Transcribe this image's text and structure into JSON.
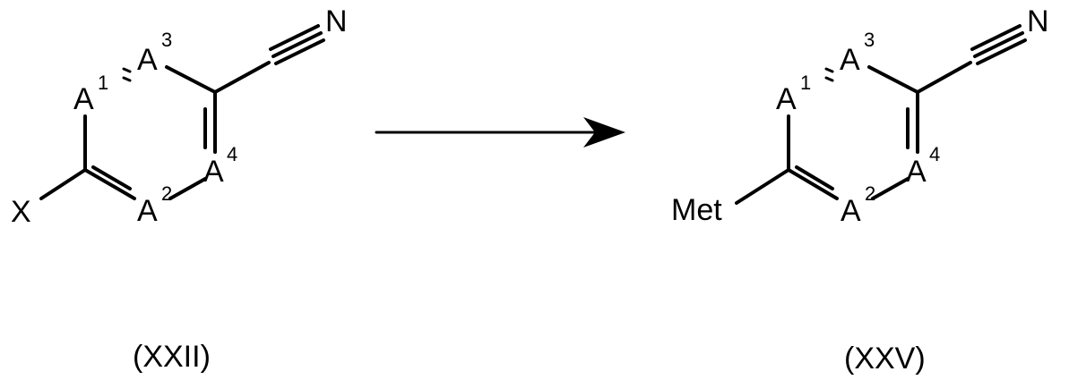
{
  "colors": {
    "ink": "#000000",
    "background": "#ffffff"
  },
  "left": {
    "atoms": {
      "a1": "A",
      "a2": "A",
      "a3": "A",
      "a4": "A",
      "n": "N",
      "x": "X"
    },
    "superscripts": {
      "a1": "1",
      "a2": "2",
      "a3": "3",
      "a4": "4"
    },
    "caption": "(XXII)"
  },
  "right": {
    "atoms": {
      "a1": "A",
      "a2": "A",
      "a3": "A",
      "a4": "A",
      "n": "N",
      "met": "Met"
    },
    "superscripts": {
      "a1": "1",
      "a2": "2",
      "a3": "3",
      "a4": "4"
    },
    "caption": "(XXV)"
  },
  "reaction_arrow": {
    "icon": "right-arrow-icon"
  }
}
